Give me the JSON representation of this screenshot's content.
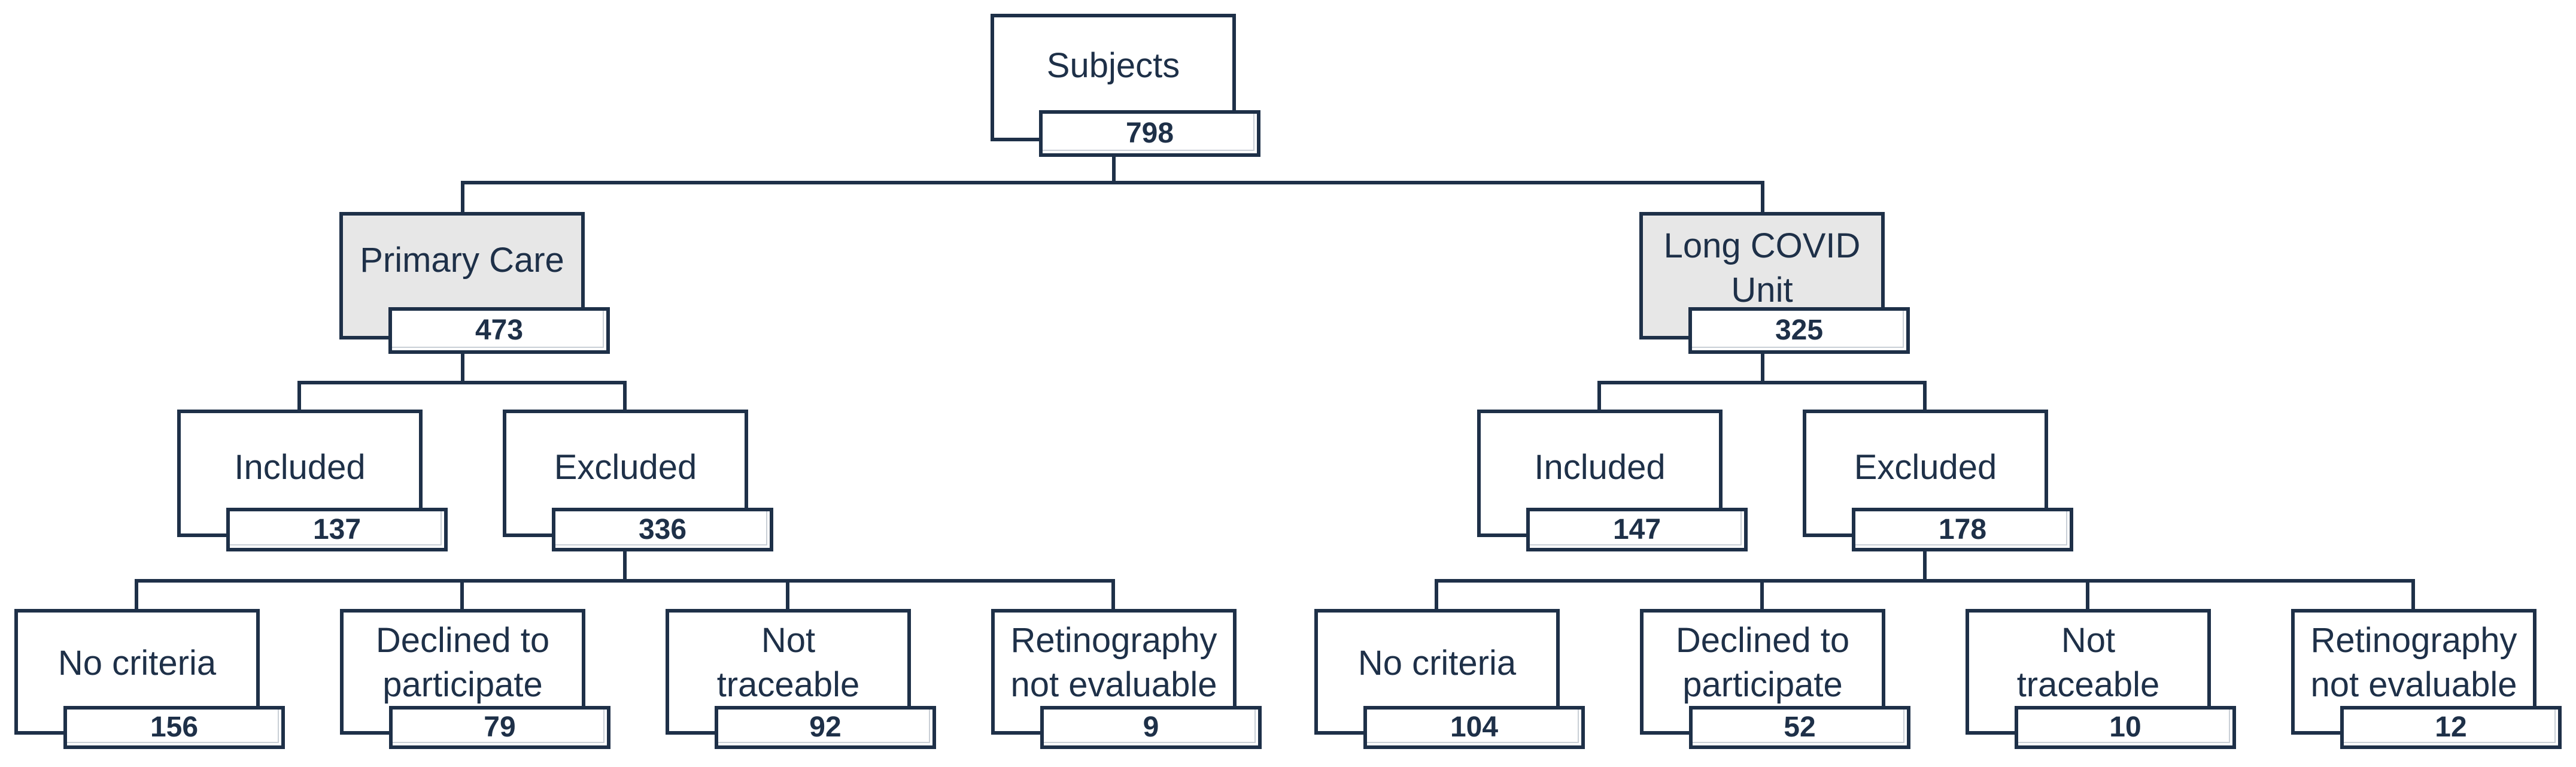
{
  "root": {
    "label": "Subjects",
    "count": "798"
  },
  "branches": [
    {
      "label": "Primary Care",
      "count": "473",
      "included": {
        "label": "Included",
        "count": "137"
      },
      "excluded": {
        "label": "Excluded",
        "count": "336"
      },
      "reasons": [
        {
          "label": "No criteria",
          "count": "156"
        },
        {
          "label": "Declined to participate",
          "count": "79"
        },
        {
          "label": "Not traceable",
          "count": "92"
        },
        {
          "label": "Retinography not evaluable",
          "count": "9"
        }
      ]
    },
    {
      "label": "Long COVID Unit",
      "count": "325",
      "included": {
        "label": "Included",
        "count": "147"
      },
      "excluded": {
        "label": "Excluded",
        "count": "178"
      },
      "reasons": [
        {
          "label": "No criteria",
          "count": "104"
        },
        {
          "label": "Declined to participate",
          "count": "52"
        },
        {
          "label": "Not traceable",
          "count": "10"
        },
        {
          "label": "Retinography not evaluable",
          "count": "12"
        }
      ]
    }
  ],
  "colors": {
    "stroke": "#1e3048",
    "shaded_fill": "#e7e7e7",
    "background": "#ffffff"
  }
}
